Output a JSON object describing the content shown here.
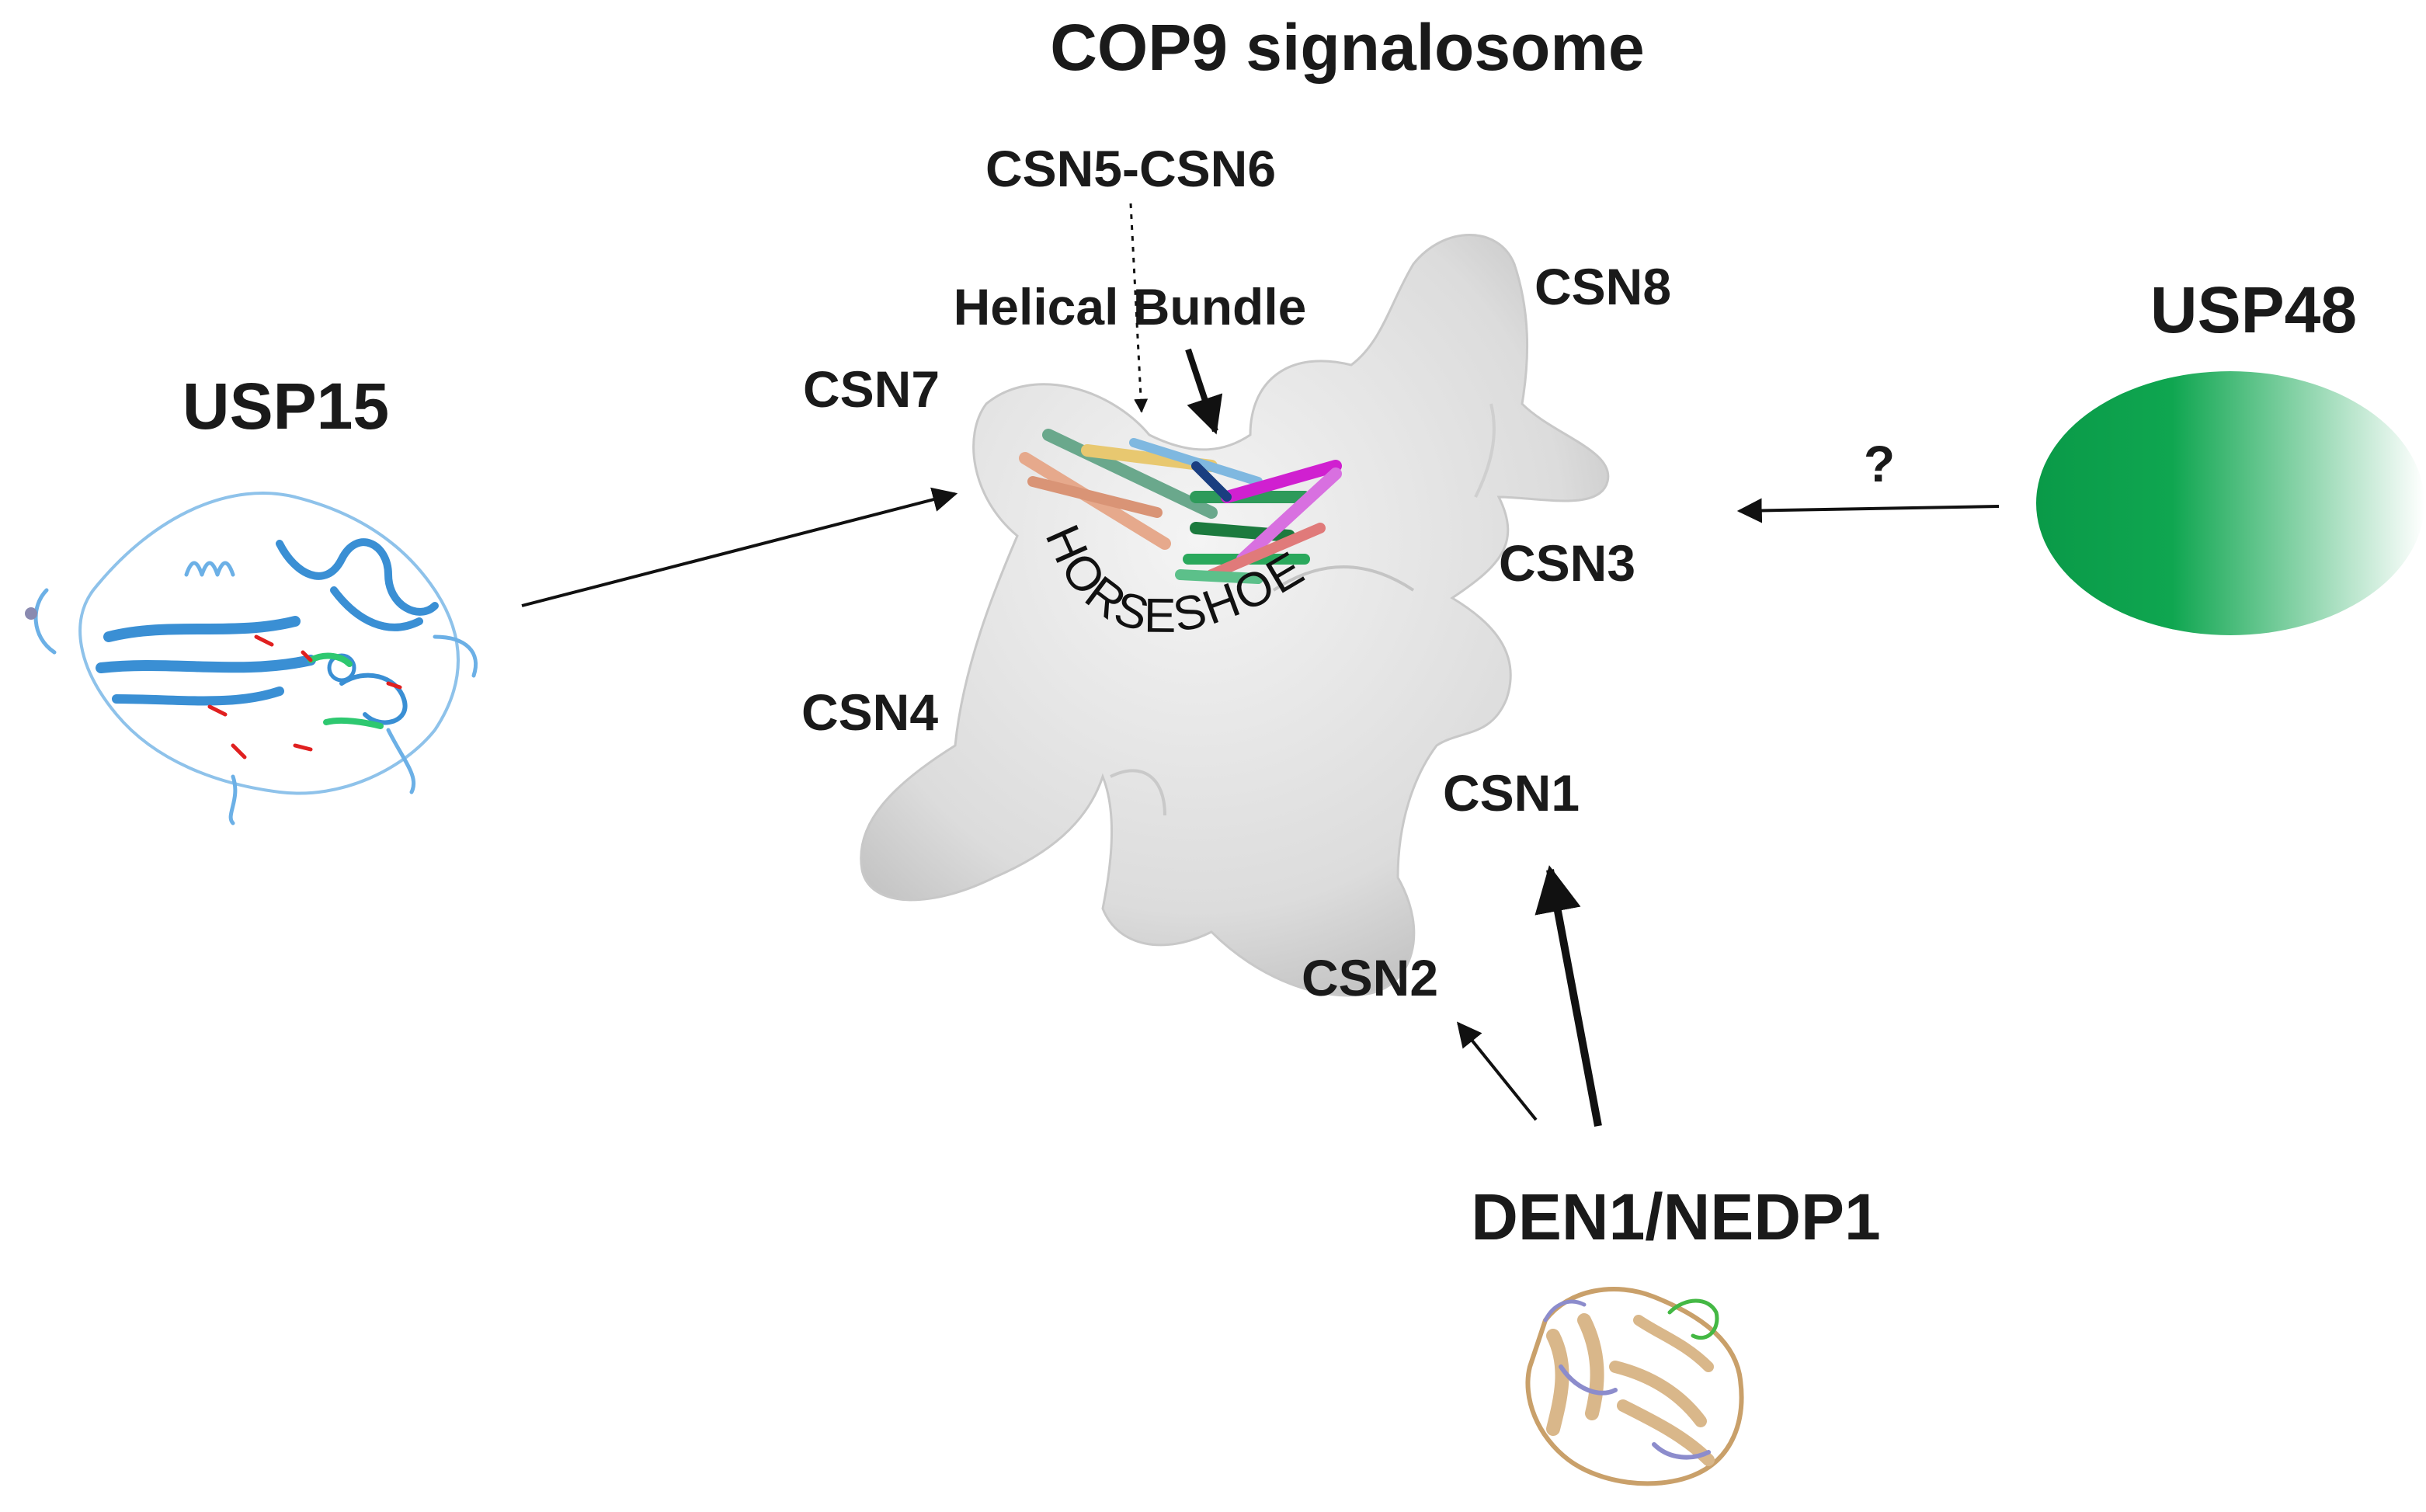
{
  "title": "COP9 signalosome",
  "labels": {
    "csn5_csn6": "CSN5-CSN6",
    "helical_bundle": "Helical Bundle",
    "csn7": "CSN7",
    "csn8": "CSN8",
    "csn3": "CSN3",
    "csn4": "CSN4",
    "csn1": "CSN1",
    "csn2": "CSN2",
    "horseshoe": "HORSESHOE"
  },
  "partners": {
    "usp15": "USP15",
    "usp48": "USP48",
    "den1": "DEN1/NEDP1",
    "unknown_mark": "?"
  },
  "colors": {
    "complex_fill": "#e2e2e2",
    "usp15_ribbon": "#3a8fd4",
    "usp48_dark": "#0a9a48",
    "den1_ribbon": "#d9b78a",
    "den1_accent": "#8c8ccc",
    "arrow": "#111111"
  }
}
